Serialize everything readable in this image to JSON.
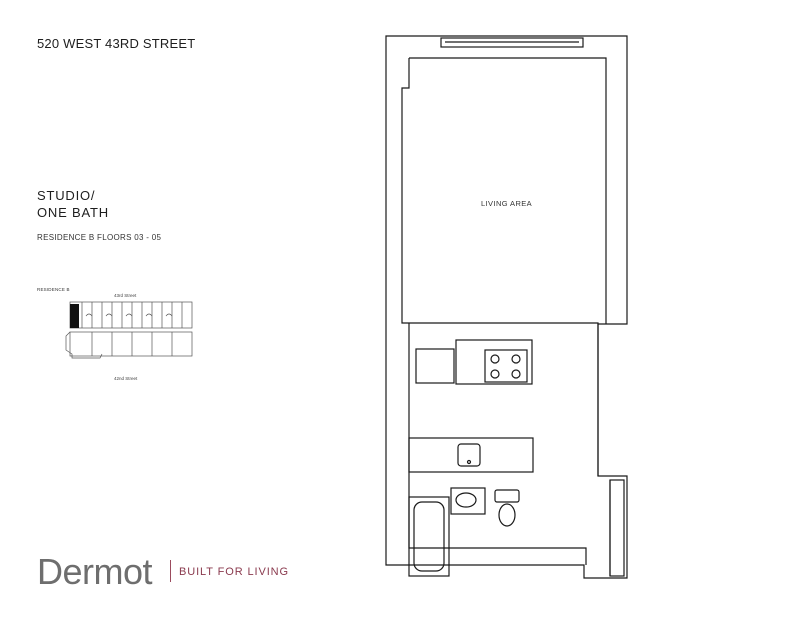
{
  "header": {
    "address": "520 WEST 43RD STREET"
  },
  "unit": {
    "type_line1": "STUDIO/",
    "type_line2": "ONE BATH",
    "residence_floors": "RESIDENCE B FLOORS 03 - 05"
  },
  "keyplan": {
    "label": "RESIDENCE B",
    "north_street": "43rd Street",
    "south_street": "42nd Street"
  },
  "floorplan": {
    "rooms": [
      {
        "label": "LIVING AREA"
      }
    ]
  },
  "brand": {
    "name": "Dermot",
    "tagline": "BUILT FOR LIVING",
    "accent_color": "#8a3a4e"
  }
}
